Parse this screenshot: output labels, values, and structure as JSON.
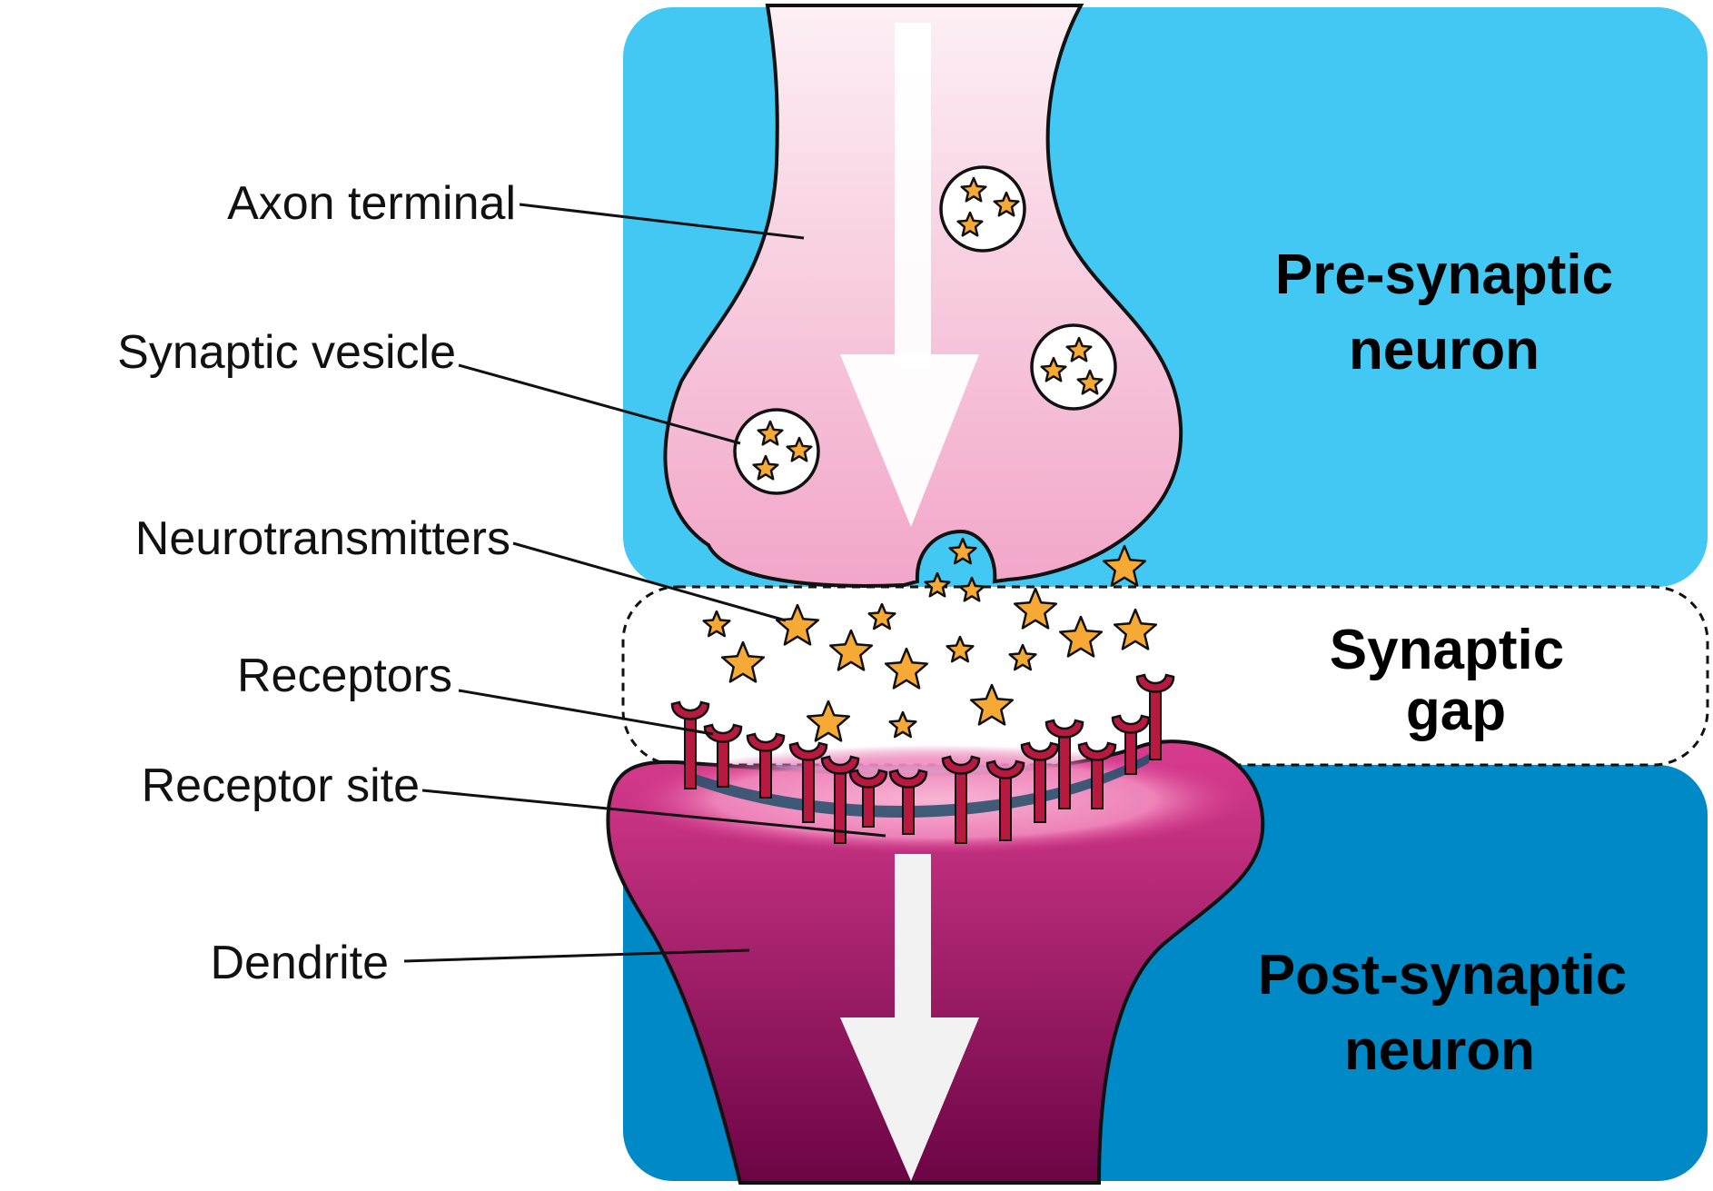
{
  "labels": {
    "axon_terminal": "Axon terminal",
    "synaptic_vesicle": "Synaptic vesicle",
    "neurotransmitters": "Neurotransmitters",
    "receptors": "Receptors",
    "receptor_site": "Receptor site",
    "dendrite": "Dendrite"
  },
  "regions": {
    "pre_line1": "Pre-synaptic",
    "pre_line2": "neuron",
    "gap_line1": "Synaptic",
    "gap_line2": "gap",
    "post_line1": "Post-synaptic",
    "post_line2": "neuron"
  },
  "colors": {
    "pre_bg": "#42C8F3",
    "post_bg": "#0089C7",
    "axon_top": "#FDF0F5",
    "axon_bottom": "#F2A6C8",
    "dendrite_top": "#D93C8F",
    "dendrite_bottom": "#6B0444",
    "receptor": "#B7193F",
    "star": "#F7A935",
    "outline": "#111111"
  }
}
